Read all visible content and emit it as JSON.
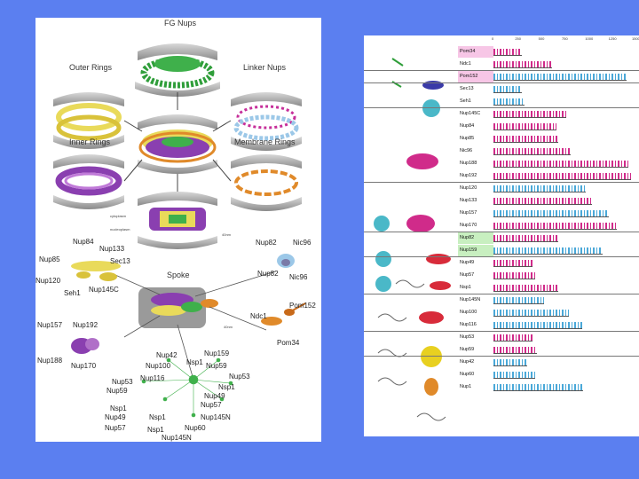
{
  "left": {
    "stages": {
      "fg": "FG Nups",
      "outer": "Outer Rings",
      "linker": "Linker Nups",
      "inner": "Inner Rings",
      "membrane": "Membrane Rings",
      "spoke": "Spoke",
      "cytoplasm": "cytoplasm",
      "nucleoplasm": "nucleoplasm",
      "scale": "40nm",
      "scale2": "40nm"
    },
    "labels": {
      "nup84": "Nup84",
      "nup133": "Nup133",
      "nup85": "Nup85",
      "sec13": "Sec13",
      "nup120": "Nup120",
      "nup145c": "Nup145C",
      "seh1": "Seh1",
      "nup82a": "Nup82",
      "nic96a": "Nic96",
      "nup82b": "Nup82",
      "nic96b": "Nic96",
      "pom152": "Pom152",
      "ndc1": "Ndc1",
      "pom34": "Pom34",
      "nup157": "Nup157",
      "nup192": "Nup192",
      "nup188": "Nup188",
      "nup170": "Nup170",
      "nup42": "Nup42",
      "nup159": "Nup159",
      "nup100": "Nup100",
      "nsp1a": "Nsp1",
      "nup59": "Nup59",
      "nup116": "Nup116",
      "nup53": "Nup53",
      "nup53b": "Nup53",
      "nup59b": "Nup59",
      "nsp1b": "Nsp1",
      "nup49b": "Nup49",
      "nup57": "Nup57",
      "nsp1c": "Nsp1",
      "nup49": "Nup49",
      "nsp1d": "Nsp1",
      "nup145n": "Nup145N",
      "nup57b": "Nup57",
      "nsp1e": "Nsp1",
      "nup60": "Nup60",
      "nup145nb": "Nup145N"
    }
  },
  "right": {
    "axis": [
      "0",
      "250",
      "500",
      "750",
      "1000",
      "1250",
      "1500"
    ],
    "rows": [
      {
        "name": "Pom34",
        "highlight": "#f7c6e6",
        "len": 0.2,
        "color": "#d02b8a"
      },
      {
        "name": "Ndc1",
        "highlight": "",
        "len": 0.42,
        "color": "#d02b8a"
      },
      {
        "name": "Pom152",
        "highlight": "#f7c6e6",
        "len": 0.95,
        "color": "#4aa8d8"
      },
      {
        "name": "Sec13",
        "highlight": "",
        "len": 0.2,
        "color": "#4aa8d8"
      },
      {
        "name": "Seh1",
        "highlight": "",
        "len": 0.22,
        "color": "#4aa8d8"
      },
      {
        "name": "Nup145C",
        "highlight": "",
        "len": 0.52,
        "color": "#d02b8a"
      },
      {
        "name": "Nup84",
        "highlight": "",
        "len": 0.45,
        "color": "#d02b8a"
      },
      {
        "name": "Nup85",
        "highlight": "",
        "len": 0.46,
        "color": "#d02b8a"
      },
      {
        "name": "Nic96",
        "highlight": "",
        "len": 0.55,
        "color": "#d02b8a"
      },
      {
        "name": "Nup188",
        "highlight": "",
        "len": 0.96,
        "color": "#d02b8a"
      },
      {
        "name": "Nup192",
        "highlight": "",
        "len": 0.98,
        "color": "#d02b8a"
      },
      {
        "name": "Nup120",
        "highlight": "",
        "len": 0.66,
        "color": "#4aa8d8"
      },
      {
        "name": "Nup133",
        "highlight": "",
        "len": 0.7,
        "color": "#d02b8a"
      },
      {
        "name": "Nup157",
        "highlight": "",
        "len": 0.82,
        "color": "#4aa8d8"
      },
      {
        "name": "Nup170",
        "highlight": "",
        "len": 0.88,
        "color": "#d02b8a"
      },
      {
        "name": "Nup82",
        "highlight": "#c8efc0",
        "len": 0.46,
        "color": "#d02b8a"
      },
      {
        "name": "Nup159",
        "highlight": "#c8efc0",
        "len": 0.78,
        "color": "#4aa8d8"
      },
      {
        "name": "Nup49",
        "highlight": "",
        "len": 0.28,
        "color": "#d02b8a"
      },
      {
        "name": "Nup57",
        "highlight": "",
        "len": 0.3,
        "color": "#d02b8a"
      },
      {
        "name": "Nsp1",
        "highlight": "",
        "len": 0.46,
        "color": "#d02b8a"
      },
      {
        "name": "Nup145N",
        "highlight": "",
        "len": 0.36,
        "color": "#4aa8d8"
      },
      {
        "name": "Nup100",
        "highlight": "",
        "len": 0.54,
        "color": "#4aa8d8"
      },
      {
        "name": "Nup116",
        "highlight": "",
        "len": 0.63,
        "color": "#4aa8d8"
      },
      {
        "name": "Nup53",
        "highlight": "",
        "len": 0.28,
        "color": "#d02b8a"
      },
      {
        "name": "Nup59",
        "highlight": "",
        "len": 0.31,
        "color": "#d02b8a"
      },
      {
        "name": "Nup42",
        "highlight": "",
        "len": 0.24,
        "color": "#4aa8d8"
      },
      {
        "name": "Nup60",
        "highlight": "",
        "len": 0.3,
        "color": "#4aa8d8"
      },
      {
        "name": "Nup1",
        "highlight": "",
        "len": 0.64,
        "color": "#4aa8d8"
      }
    ]
  }
}
